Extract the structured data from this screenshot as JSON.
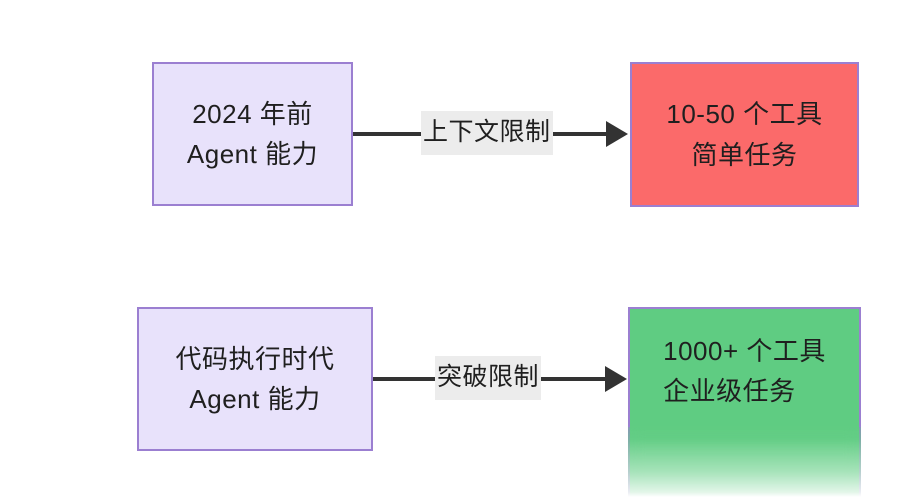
{
  "diagram": {
    "type": "flowchart",
    "direction": "left-to-right",
    "background": "#ffffff",
    "palette": {
      "node_lavender_fill": "#e8e2fb",
      "node_red_fill": "#fb6a6a",
      "node_green_fill": "#5fcc82",
      "node_border": "#9b7fd1",
      "edge_color": "#333333",
      "edge_label_background": "#ececec",
      "text_color": "#1f1f1f"
    },
    "nodes": [
      {
        "id": "pre2024",
        "name": "pre-2024-agent-capability",
        "line1": "2024 年前",
        "line2": "Agent 能力",
        "fill": "#e8e2fb"
      },
      {
        "id": "simple",
        "name": "simple-task-outcome",
        "line1": "10-50 个工具",
        "line2": "简单任务",
        "fill": "#fb6a6a"
      },
      {
        "id": "codeexec",
        "name": "code-execution-era-agent-capability",
        "line1": "代码执行时代",
        "line2": "Agent 能力",
        "fill": "#e8e2fb"
      },
      {
        "id": "enterprise",
        "name": "enterprise-task-outcome",
        "line1": "1000+ 个工具",
        "line2": "企业级任务",
        "fill": "#5fcc82"
      }
    ],
    "edges": [
      {
        "id": "edge1",
        "from": "pre2024",
        "to": "simple",
        "label": "上下文限制"
      },
      {
        "id": "edge2",
        "from": "codeexec",
        "to": "enterprise",
        "label": "突破限制"
      }
    ]
  }
}
